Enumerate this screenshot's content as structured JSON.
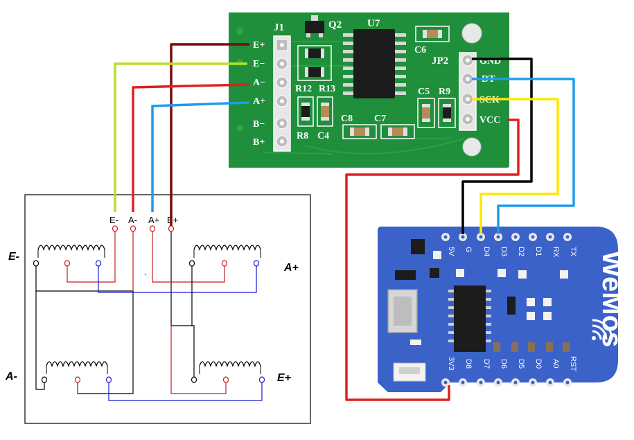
{
  "hx711": {
    "header": "J1",
    "chip_labels": {
      "q2": "Q2",
      "u7": "U7",
      "c6": "C6",
      "jp2": "JP2",
      "r12": "R12",
      "r13": "R13",
      "c5": "C5",
      "r9": "R9",
      "c8": "C8",
      "c7": "C7",
      "r8": "R8",
      "c4": "C4"
    },
    "left_pins": [
      "E+",
      "E−",
      "A−",
      "A+",
      "B−",
      "B+"
    ],
    "right_pins": [
      "GND",
      "DT",
      "SCK",
      "VCC"
    ]
  },
  "wemos": {
    "logo": "WeMos",
    "top_pins": [
      "5V",
      "G",
      "D4",
      "D3",
      "D2",
      "D1",
      "RX",
      "TX"
    ],
    "bottom_pins": [
      "3V3",
      "D8",
      "D7",
      "D6",
      "D5",
      "D0",
      "A0",
      "RST"
    ]
  },
  "load_cells": {
    "wire_labels": [
      "E-",
      "A-",
      "A+",
      "E+"
    ],
    "corner_labels": {
      "top_left": "E-",
      "top_right": "A+",
      "bottom_left": "A-",
      "bottom_right": "E+"
    }
  },
  "colors": {
    "pcb_green": "#1f8f3c",
    "wemos_blue": "#3b62c9",
    "wire_dark_red": "#7a0a0a",
    "wire_lime": "#b5e02a",
    "wire_red": "#e02020",
    "wire_blue": "#1e9bea",
    "wire_black": "#000000",
    "wire_yellow": "#ffe800"
  }
}
